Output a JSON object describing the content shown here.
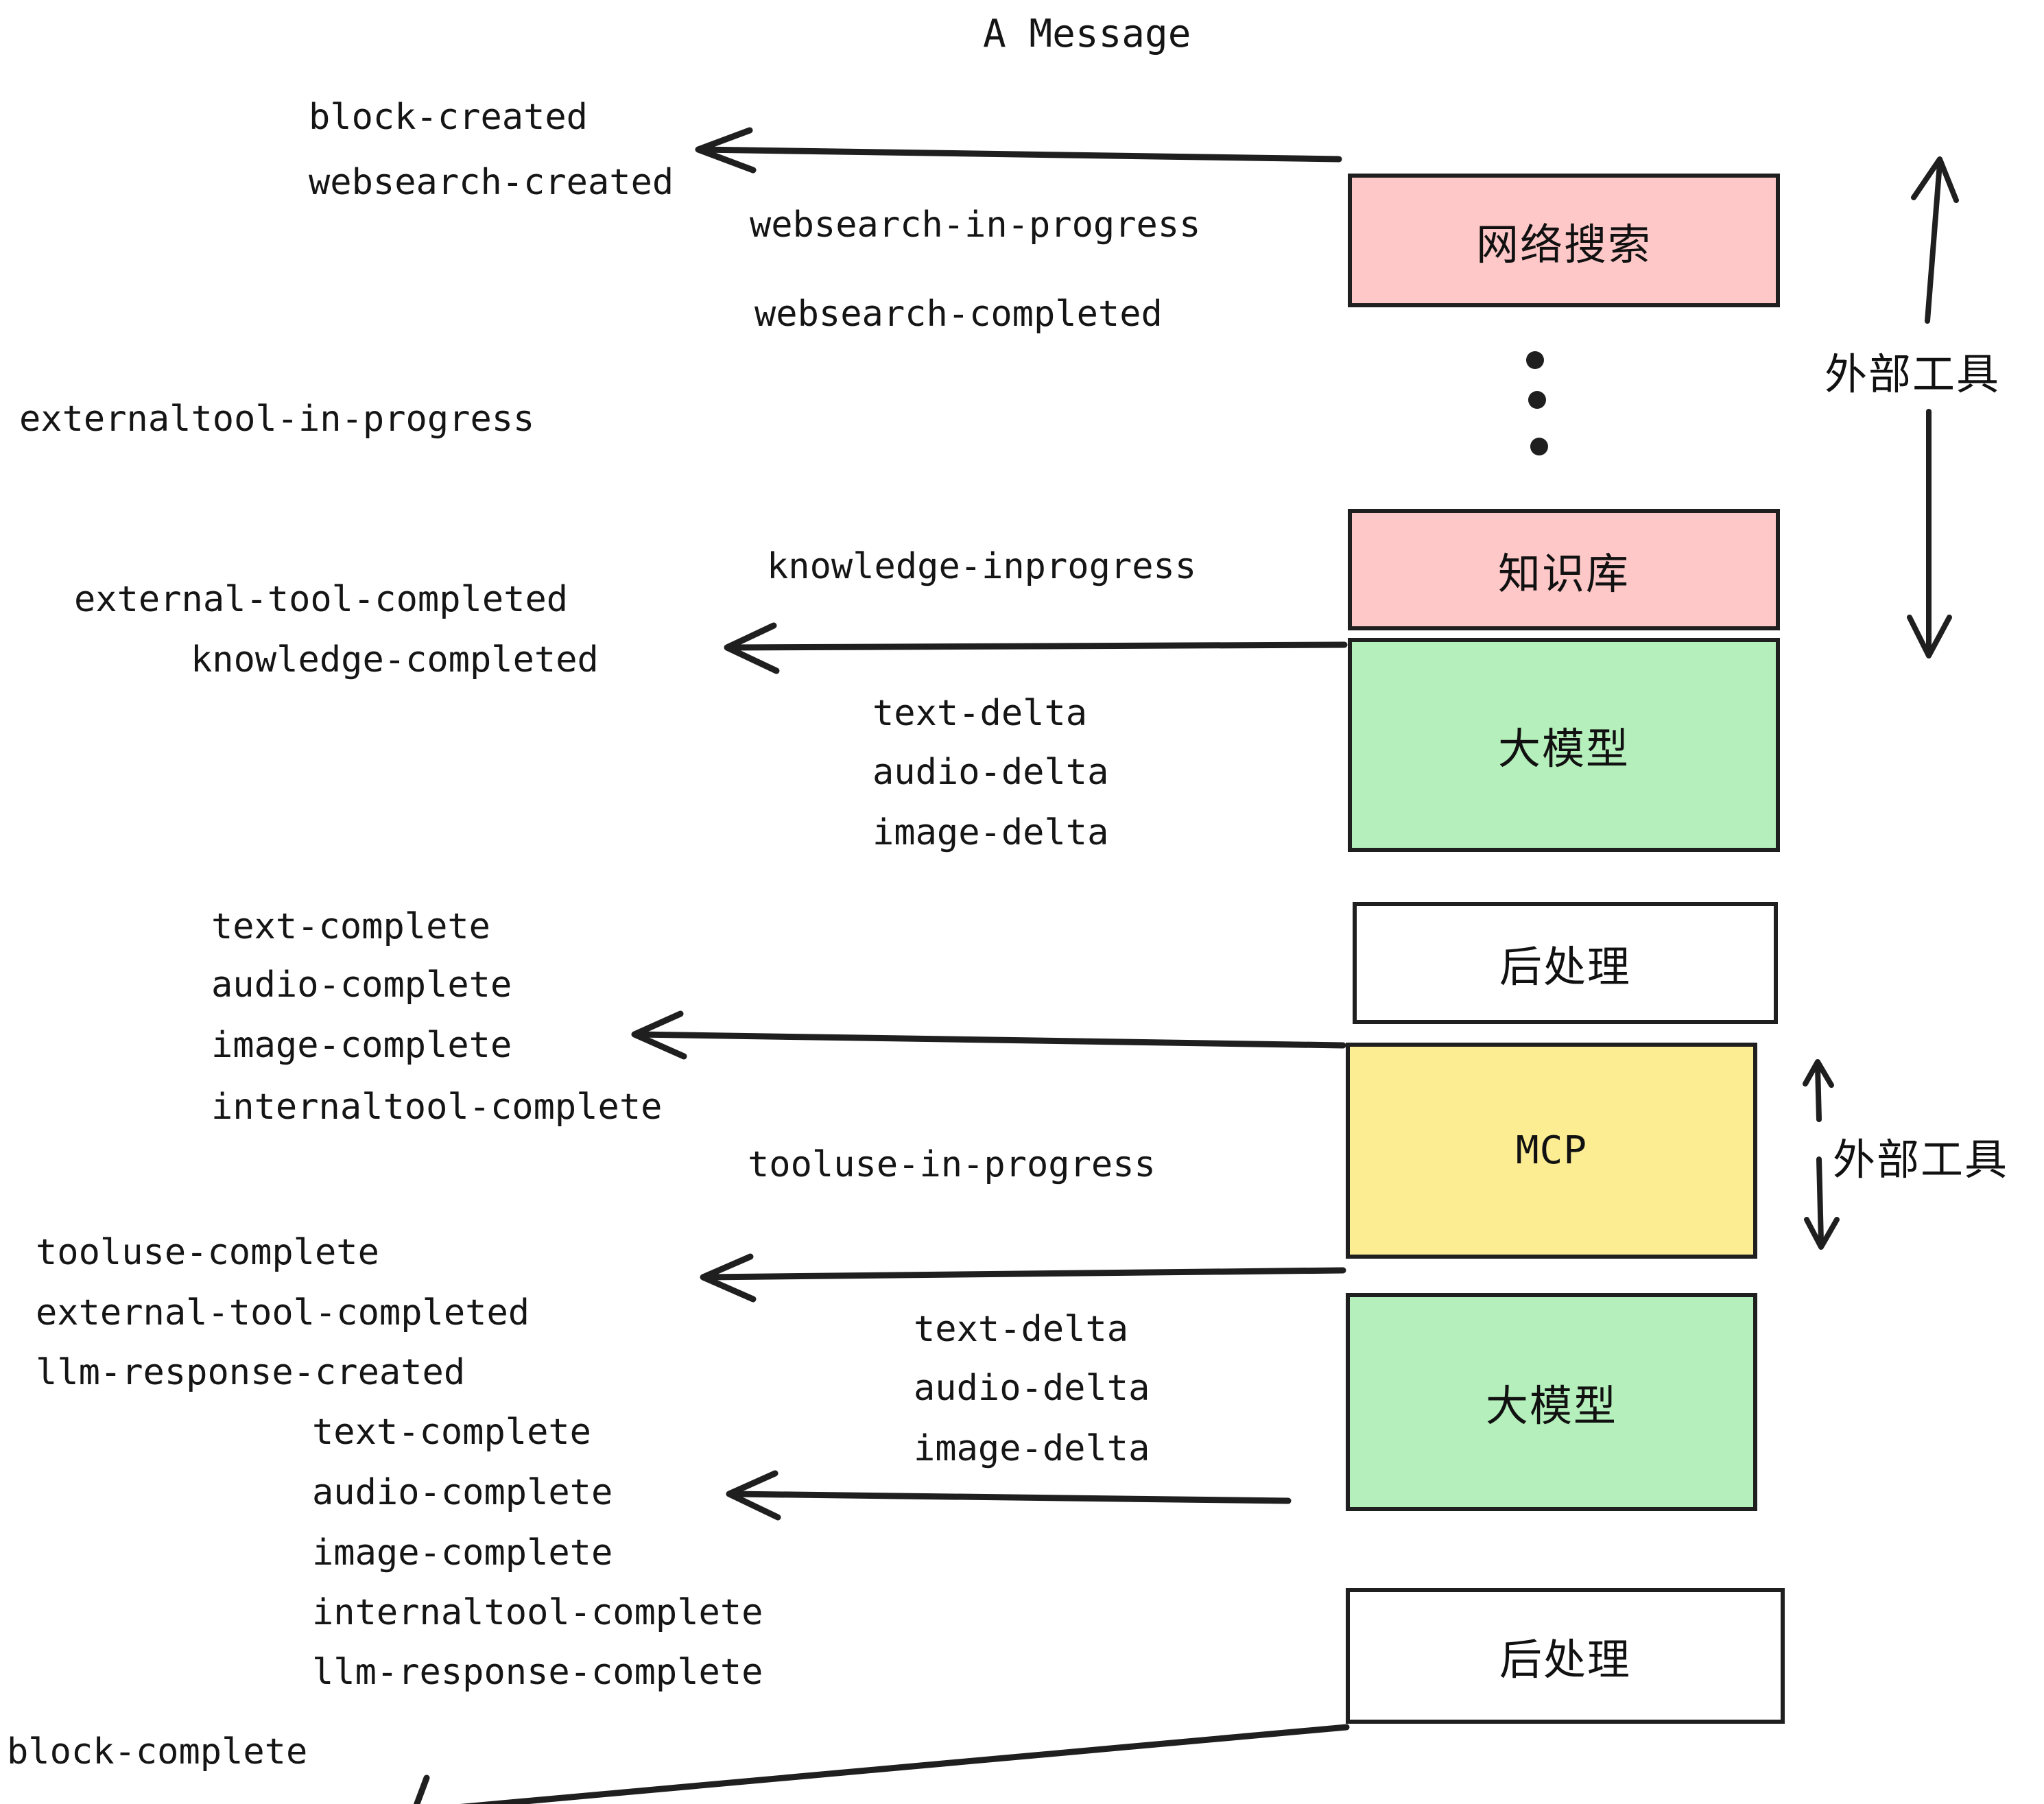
{
  "diagram": {
    "title": "A Message",
    "events": {
      "block_created": "block-created",
      "websearch_created": "websearch-created",
      "websearch_in_progress": "websearch-in-progress",
      "websearch_completed": "websearch-completed",
      "externaltool_in_progress": "externaltool-in-progress",
      "knowledge_inprogress": "knowledge-inprogress",
      "external_tool_completed_1": "external-tool-completed",
      "knowledge_completed": "knowledge-completed",
      "text_delta_1": "text-delta",
      "audio_delta_1": "audio-delta",
      "image_delta_1": "image-delta",
      "text_complete_1": "text-complete",
      "audio_complete_1": "audio-complete",
      "image_complete_1": "image-complete",
      "internaltool_complete_1": "internaltool-complete",
      "tooluse_in_progress": "tooluse-in-progress",
      "tooluse_complete": "tooluse-complete",
      "external_tool_completed_2": "external-tool-completed",
      "llm_response_created": "llm-response-created",
      "text_delta_2": "text-delta",
      "audio_delta_2": "audio-delta",
      "image_delta_2": "image-delta",
      "text_complete_2": "text-complete",
      "audio_complete_2": "audio-complete",
      "image_complete_2": "image-complete",
      "internaltool_complete_2": "internaltool-complete",
      "llm_response_complete": "llm-response-complete",
      "block_complete": "block-complete"
    },
    "nodes": {
      "websearch": "网络搜索",
      "knowledge": "知识库",
      "llm_1": "大模型",
      "postprocess_1": "后处理",
      "mcp": "MCP",
      "llm_2": "大模型",
      "postprocess_2": "后处理"
    },
    "annotations": {
      "external_tool_top": "外部工具",
      "external_tool_bottom": "外部工具"
    },
    "colors": {
      "pink": "#FFC8C8",
      "green": "#B5F0BC",
      "yellow": "#FCEC92",
      "white": "#FFFFFF",
      "stroke": "#1F1F1F"
    }
  }
}
